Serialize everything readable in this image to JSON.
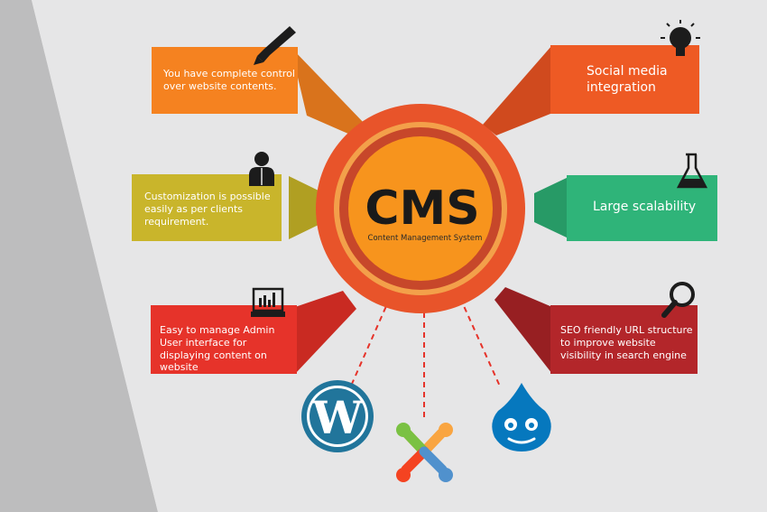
{
  "center": {
    "title": "CMS",
    "subtitle": "Content Management System"
  },
  "boxes": {
    "top_left": "You have complete control over website contents.",
    "mid_left": "Customization is possible easily as per clients requirement.",
    "bottom_left": "Easy to manage Admin User interface for displaying content on website",
    "top_right": "Social media integration",
    "mid_right": "Large scalability",
    "bottom_right": "SEO friendly URL structure to improve website visibility in search engine"
  },
  "icons": {
    "top_left": "pencil-icon",
    "mid_left": "user-icon",
    "bottom_left": "monitor-chart-icon",
    "top_right": "lightbulb-icon",
    "mid_right": "flask-icon",
    "bottom_right": "magnifier-icon",
    "logos": [
      "wordpress-logo",
      "joomla-logo",
      "drupal-logo"
    ]
  },
  "colors": {
    "orange": "#f58220",
    "orange_red": "#ee5a24",
    "olive_yellow": "#c9b52b",
    "green": "#2fb479",
    "red": "#e6332a",
    "dark_red": "#b3262a",
    "center_fill": "#f7941d",
    "center_ring": "#e8542a",
    "wordpress": "#21759b",
    "drupal": "#0678be"
  }
}
